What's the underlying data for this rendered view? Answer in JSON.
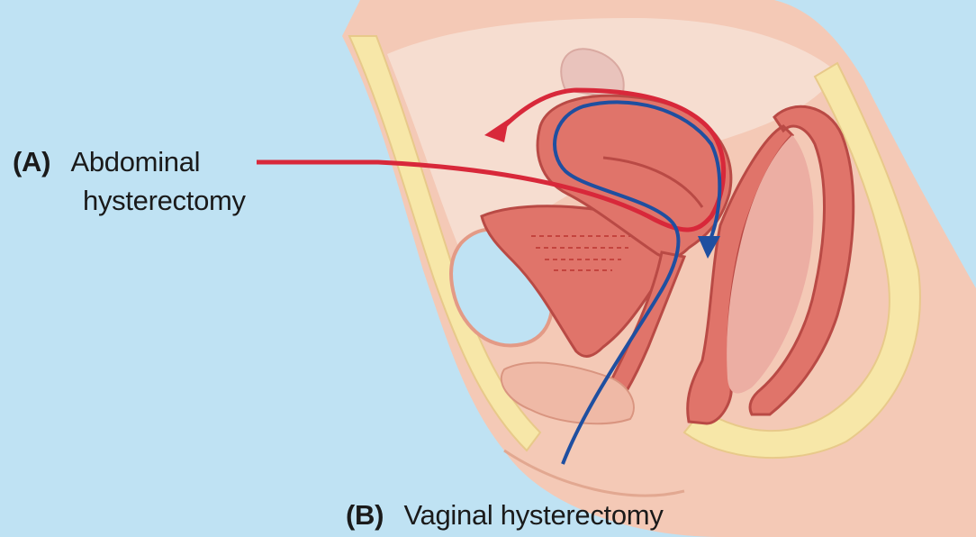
{
  "labels": {
    "a_marker": "(A)",
    "a_text_line1": "Abdominal",
    "a_text_line2": "hysterectomy",
    "b_marker": "(B)",
    "b_text": "Vaginal hysterectomy"
  },
  "colors": {
    "background": "#bfe2f3",
    "abdominal_route": "#d8283a",
    "vaginal_route": "#1f4fa0",
    "skin": "#f4c9b6",
    "fat": "#f7e7a8",
    "organ": "#e0746a",
    "organ_dark": "#b94a45",
    "bladder": "#bfe2f3"
  }
}
